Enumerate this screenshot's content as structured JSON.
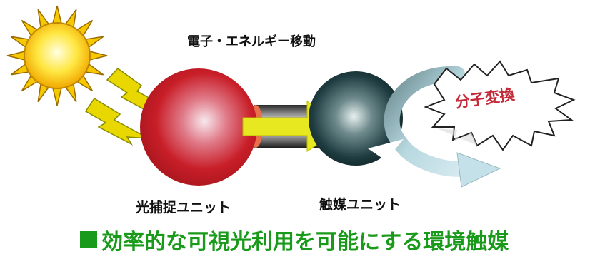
{
  "labels": {
    "electron_energy_transfer": "電子・エネルギー移動",
    "light_harvesting_unit": "光捕捉ユニット",
    "catalyst_unit": "触媒ユニット",
    "molecular_conversion": "分子変換"
  },
  "caption": "効率的な可視光利用を可能にする環境触媒",
  "colors": {
    "sun": "#f5c800",
    "lightning": "#e8d800",
    "light_sphere": "#c81e28",
    "catalyst_sphere": "#1e3c40",
    "arrow": "#e8e820",
    "caption": "#1a9a1a",
    "starburst_text": "#c42a3a",
    "curved_arrow": "#9ec8d2"
  }
}
